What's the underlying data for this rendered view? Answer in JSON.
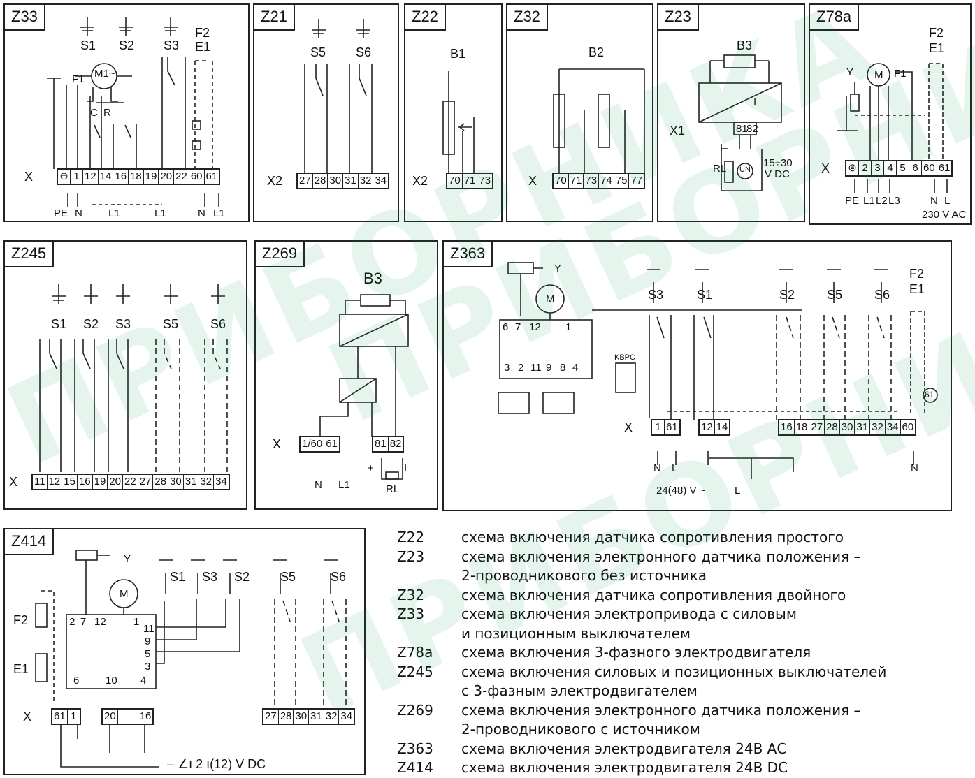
{
  "panels": {
    "z33": {
      "title": "Z33",
      "switches": [
        "S1",
        "S2",
        "S3"
      ],
      "f2": "F2",
      "e1": "E1",
      "f1": "F1",
      "motor": "M1~",
      "c": "C",
      "r": "R",
      "x": "X",
      "terms": [
        "⊜",
        "1",
        "12",
        "14",
        "16",
        "18",
        "19",
        "20",
        "22",
        "60",
        "61"
      ],
      "pe": "PE",
      "n": "N",
      "l1a": "L1",
      "l1b": "L1",
      "n2": "N",
      "l1c": "L1"
    },
    "z21": {
      "title": "Z21",
      "switches": [
        "S5",
        "S6"
      ],
      "x": "X2",
      "terms": [
        "27",
        "28",
        "30",
        "31",
        "32",
        "34"
      ]
    },
    "z22": {
      "title": "Z22",
      "b": "B1",
      "x": "X2",
      "terms": [
        "70",
        "71",
        "73"
      ]
    },
    "z32": {
      "title": "Z32",
      "b": "B2",
      "x": "X",
      "terms": [
        "70",
        "71",
        "73",
        "74",
        "75",
        "77"
      ]
    },
    "z23": {
      "title": "Z23",
      "b": "B3",
      "x": "X1",
      "terms": [
        "81",
        "82"
      ],
      "i": "I",
      "i2": "I",
      "rl": "RL",
      "un": "UN",
      "volt": "15÷30",
      "vdc": "V DC"
    },
    "z78a": {
      "title": "Z78a",
      "f2": "F2",
      "e1": "E1",
      "y": "Y",
      "m": "M",
      "f1": "F1",
      "x": "X",
      "terms": [
        "⊜",
        "2",
        "3",
        "4",
        "5",
        "6",
        "60",
        "61"
      ],
      "pe": "PE",
      "l1": "L1",
      "l2": "L2",
      "l3": "L3",
      "n": "N",
      "l": "L",
      "v": "230 V AC"
    },
    "z245": {
      "title": "Z245",
      "switches": [
        "S1",
        "S2",
        "S3",
        "S5",
        "S6"
      ],
      "x": "X",
      "terms": [
        "11",
        "12",
        "15",
        "16",
        "19",
        "20",
        "22",
        "27",
        "28",
        "30",
        "31",
        "32",
        "34"
      ]
    },
    "z269": {
      "title": "Z269",
      "b": "B3",
      "x": "X",
      "terms1": [
        "1/60",
        "61"
      ],
      "terms2": [
        "81",
        "82"
      ],
      "n": "N",
      "l1": "L1",
      "rl": "RL",
      "plus": "+",
      "i": "I"
    },
    "z363": {
      "title": "Z363",
      "y": "Y",
      "m": "M",
      "switches": [
        "S3",
        "S1",
        "S2",
        "S5",
        "S6"
      ],
      "f2": "F2",
      "e1": "E1",
      "kbpc": "KBPC",
      "pins_top": [
        "6",
        "7",
        "12",
        "1"
      ],
      "pins_bot": [
        "3",
        "2",
        "11",
        "9",
        "8",
        "4"
      ],
      "x": "X",
      "t1": [
        "1",
        "61"
      ],
      "t2": [
        "12",
        "14"
      ],
      "t3": [
        "16",
        "18",
        "27",
        "28",
        "30",
        "31",
        "32",
        "34",
        "60"
      ],
      "n": "N",
      "l": "L",
      "volt": "24(48) V ~",
      "l2": "L",
      "n2": "N",
      "c61": "61"
    },
    "z414": {
      "title": "Z414",
      "y": "Y",
      "m": "M",
      "switches": [
        "S1",
        "S3",
        "S2",
        "S5",
        "S6"
      ],
      "f2": "F2",
      "e1": "E1",
      "pins": [
        "2",
        "7",
        "12",
        "1",
        "11",
        "9",
        "5",
        "3",
        "6",
        "10",
        "4"
      ],
      "x": "X",
      "t1": [
        "61",
        "1"
      ],
      "t2": [
        "20",
        "",
        "16"
      ],
      "t3": [
        "27",
        "28",
        "30",
        "31",
        "32",
        "34"
      ],
      "volt": "– ∠ı 2 ı(12) V DC"
    }
  },
  "legend": [
    {
      "code": "Z22",
      "text": "схема включения датчика сопротивления простого"
    },
    {
      "code": "Z23",
      "text": "схема включения электронного датчика положения –"
    },
    {
      "code": "",
      "text": "2-проводникового без источника"
    },
    {
      "code": "Z32",
      "text": "схема включения датчика сопротивления двойного"
    },
    {
      "code": "Z33",
      "text": "схема включения электропривода с силовым"
    },
    {
      "code": "",
      "text": "и позиционным выключателем"
    },
    {
      "code": "Z78a",
      "text": "схема включения 3-фазного электродвигателя"
    },
    {
      "code": "Z245",
      "text": "схема включения силовых и позиционных выключателей"
    },
    {
      "code": "",
      "text": "с 3-фазным электродвигателем"
    },
    {
      "code": "Z269",
      "text": "схема включения электронного датчика положения –"
    },
    {
      "code": "",
      "text": "2-проводникового с источником"
    },
    {
      "code": "Z363",
      "text": "схема включения электродвигателя 24В АС"
    },
    {
      "code": "Z414",
      "text": "схема включения электродвигателя 24В DC"
    }
  ],
  "watermark": {
    "w1": "ПРИБОРНИКА",
    "w2": "ПРИБОРНИКА",
    "w3": "ПРИБОРНИКА"
  }
}
